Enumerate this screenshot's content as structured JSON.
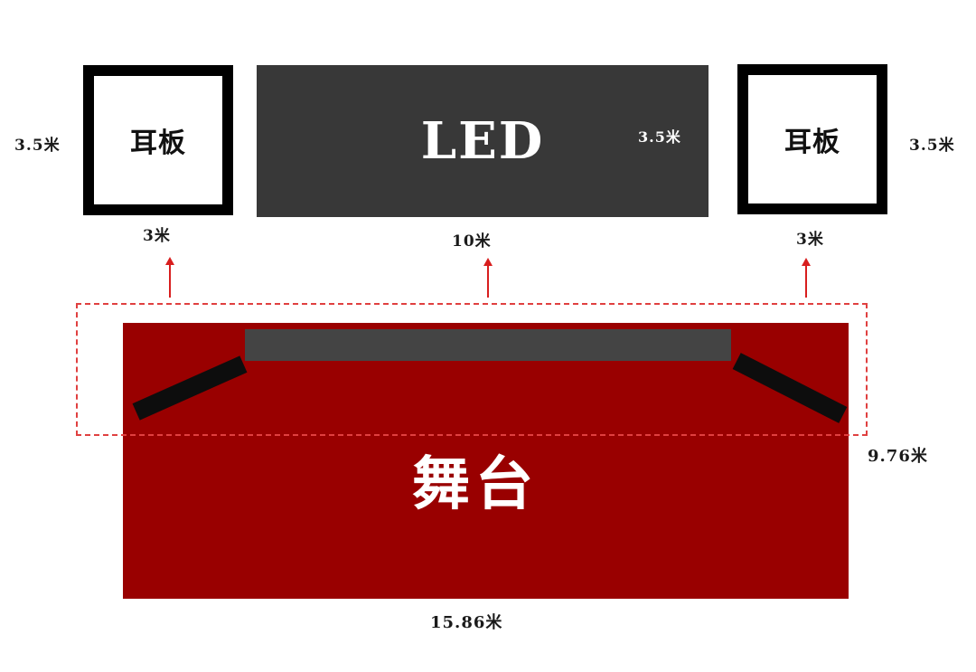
{
  "left_ear_panel": {
    "label": "耳板",
    "height": "3.5米",
    "width": "3米"
  },
  "led_screen": {
    "label": "LED",
    "height": "3.5米",
    "width": "10米"
  },
  "right_ear_panel": {
    "label": "耳板",
    "height": "3.5米",
    "width": "3米"
  },
  "stage": {
    "label": "舞台",
    "depth": "9.76米",
    "width": "15.86米"
  },
  "colors": {
    "stage": "#990000",
    "led": "#383838",
    "back_screen": "#444444",
    "arrow": "#d81e1e",
    "dashed_zone": "#e04040",
    "frame": "#000000"
  }
}
